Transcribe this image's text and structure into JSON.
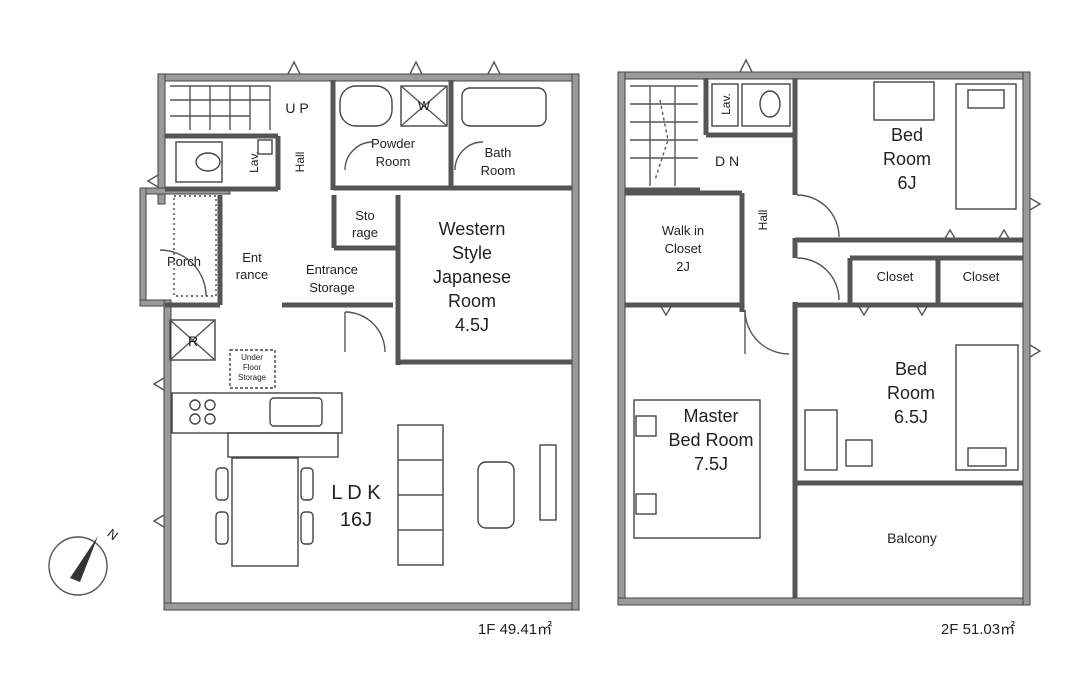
{
  "floor1": {
    "area_label": "1F 49.41㎡",
    "rooms": {
      "up": "U P",
      "lav": "Lav.",
      "hall": "Hall",
      "powder_room": [
        "Powder",
        "Room"
      ],
      "w_mark": "W",
      "bath_room": [
        "Bath",
        "Room"
      ],
      "storage": [
        "Sto",
        "rage"
      ],
      "western_room": [
        "Western",
        "Style",
        "Japanese",
        "Room",
        "4.5J"
      ],
      "porch": "Porch",
      "entrance": [
        "Ent",
        "rance"
      ],
      "entrance_storage": [
        "Entrance",
        "Storage"
      ],
      "r_mark": "R",
      "underfloor": [
        "Under",
        "Floor",
        "Storage"
      ],
      "ldk": [
        "L D K",
        "16J"
      ]
    }
  },
  "floor2": {
    "area_label": "2F 51.03㎡",
    "rooms": {
      "lav": "Lav.",
      "dn": "D N",
      "hall": "Hall",
      "walk_in_closet": [
        "Walk in",
        "Closet",
        "2J"
      ],
      "bed_6j": [
        "Bed",
        "Room",
        "6J"
      ],
      "closet_1": "Closet",
      "closet_2": "Closet",
      "bed_65j": [
        "Bed",
        "Room",
        "6.5J"
      ],
      "master": [
        "Master",
        "Bed Room",
        "7.5J"
      ],
      "balcony": "Balcony"
    }
  },
  "compass": {
    "north_label": "N"
  }
}
